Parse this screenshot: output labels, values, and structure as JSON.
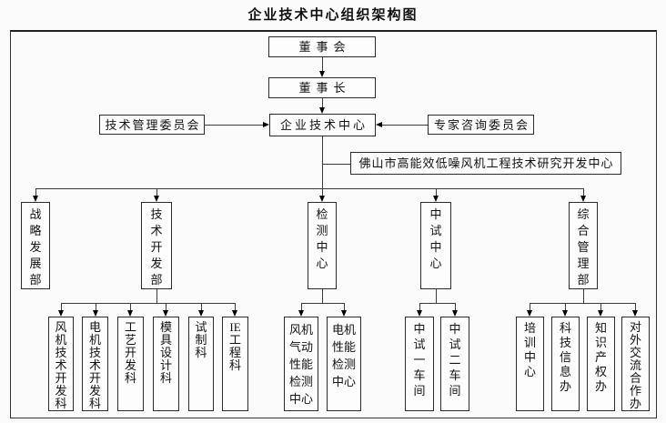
{
  "title": "企业技术中心组织架构图",
  "org": {
    "chain": [
      {
        "label": "董事会"
      },
      {
        "label": "董事长"
      },
      {
        "label": "企业技术中心"
      }
    ],
    "committees": [
      {
        "label": "技术管理委员会"
      },
      {
        "label": "专家咨询委员会"
      }
    ],
    "research_center": {
      "label": "佛山市高能效低噪风机工程技术研究开发中心"
    },
    "departments": [
      {
        "label": "战略发展部",
        "children": []
      },
      {
        "label": "技术开发部",
        "children": [
          {
            "label": "风机技术开发科"
          },
          {
            "label": "电机技术开发科"
          },
          {
            "label": "工艺开发科"
          },
          {
            "label": "模具设计科"
          },
          {
            "label": "试制科"
          },
          {
            "label": "IE工程科"
          }
        ]
      },
      {
        "label": "检测中心",
        "children": [
          {
            "label": "风机气动性能检测中心"
          },
          {
            "label": "电机性能检测中心"
          }
        ]
      },
      {
        "label": "中试中心",
        "children": [
          {
            "label": "中试一车间"
          },
          {
            "label": "中试二车间"
          }
        ]
      },
      {
        "label": "综合管理部",
        "children": [
          {
            "label": "培训中心"
          },
          {
            "label": "科技信息办"
          },
          {
            "label": "知识产权办"
          },
          {
            "label": "对外交流合作办"
          }
        ]
      }
    ]
  },
  "colors": {
    "line": "#3a3a3a",
    "box_border": "#2b2b2b",
    "text": "#111111",
    "background": "#fbfbfb"
  }
}
